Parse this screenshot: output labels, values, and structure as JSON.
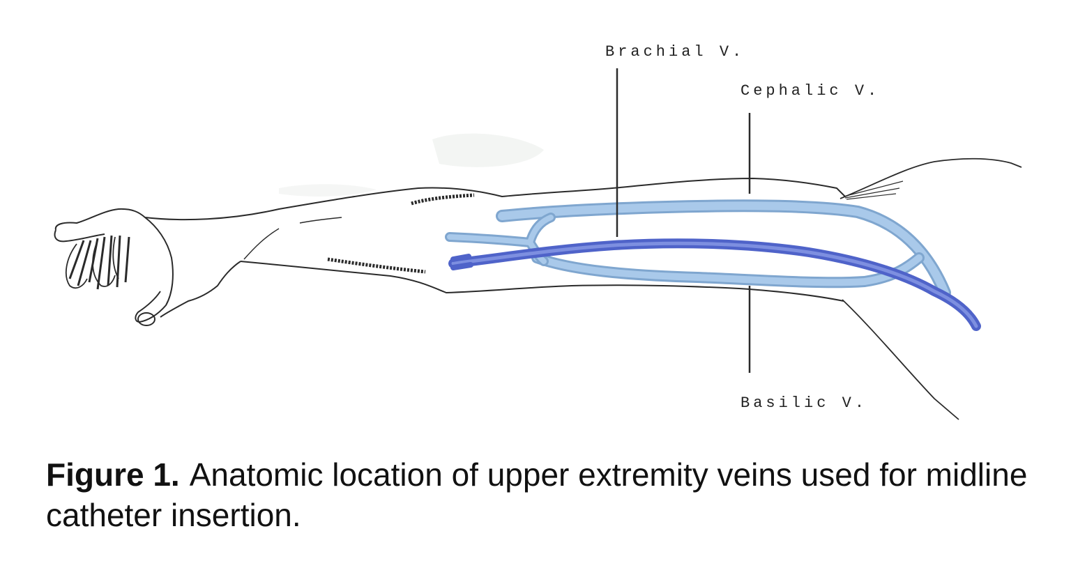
{
  "figure": {
    "labels": {
      "brachial": "Brachial V.",
      "cephalic": "Cephalic V.",
      "basilic": "Basilic V."
    },
    "colors": {
      "outline": "#2a2a2a",
      "brachial_vein": "#4f63c9",
      "brachial_vein_light": "#7d8fe0",
      "superficial_veins": "#a9c9ea",
      "superficial_veins_edge": "#7fa6cf"
    }
  },
  "caption": {
    "label": "Figure 1.",
    "text": "Anatomic location of upper extremity veins used for midline catheter insertion."
  }
}
